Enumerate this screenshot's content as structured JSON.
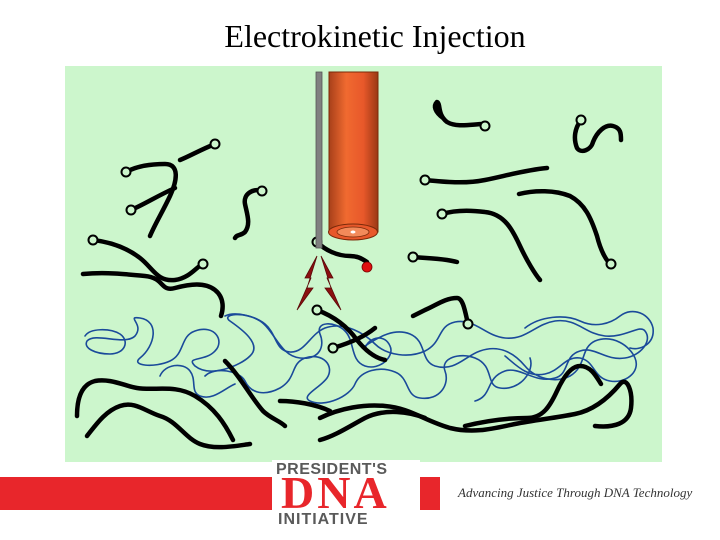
{
  "slide": {
    "title": "Electrokinetic Injection"
  },
  "diagram": {
    "background_color": "#ccf6cc",
    "capillary_color": "#e8582a",
    "electrode_color": "#808080",
    "arrow_color": "#8b1010",
    "sample_dot_color": "#e01010",
    "dna_strand_color": "#000000",
    "polymer_matrix_color": "#1a4a9a"
  },
  "footer": {
    "logo_top": "PRESIDENT'S",
    "logo_main": "DNA",
    "logo_bottom": "INITIATIVE",
    "tagline": "Advancing Justice Through DNA Technology",
    "band_color": "#e8262b"
  }
}
